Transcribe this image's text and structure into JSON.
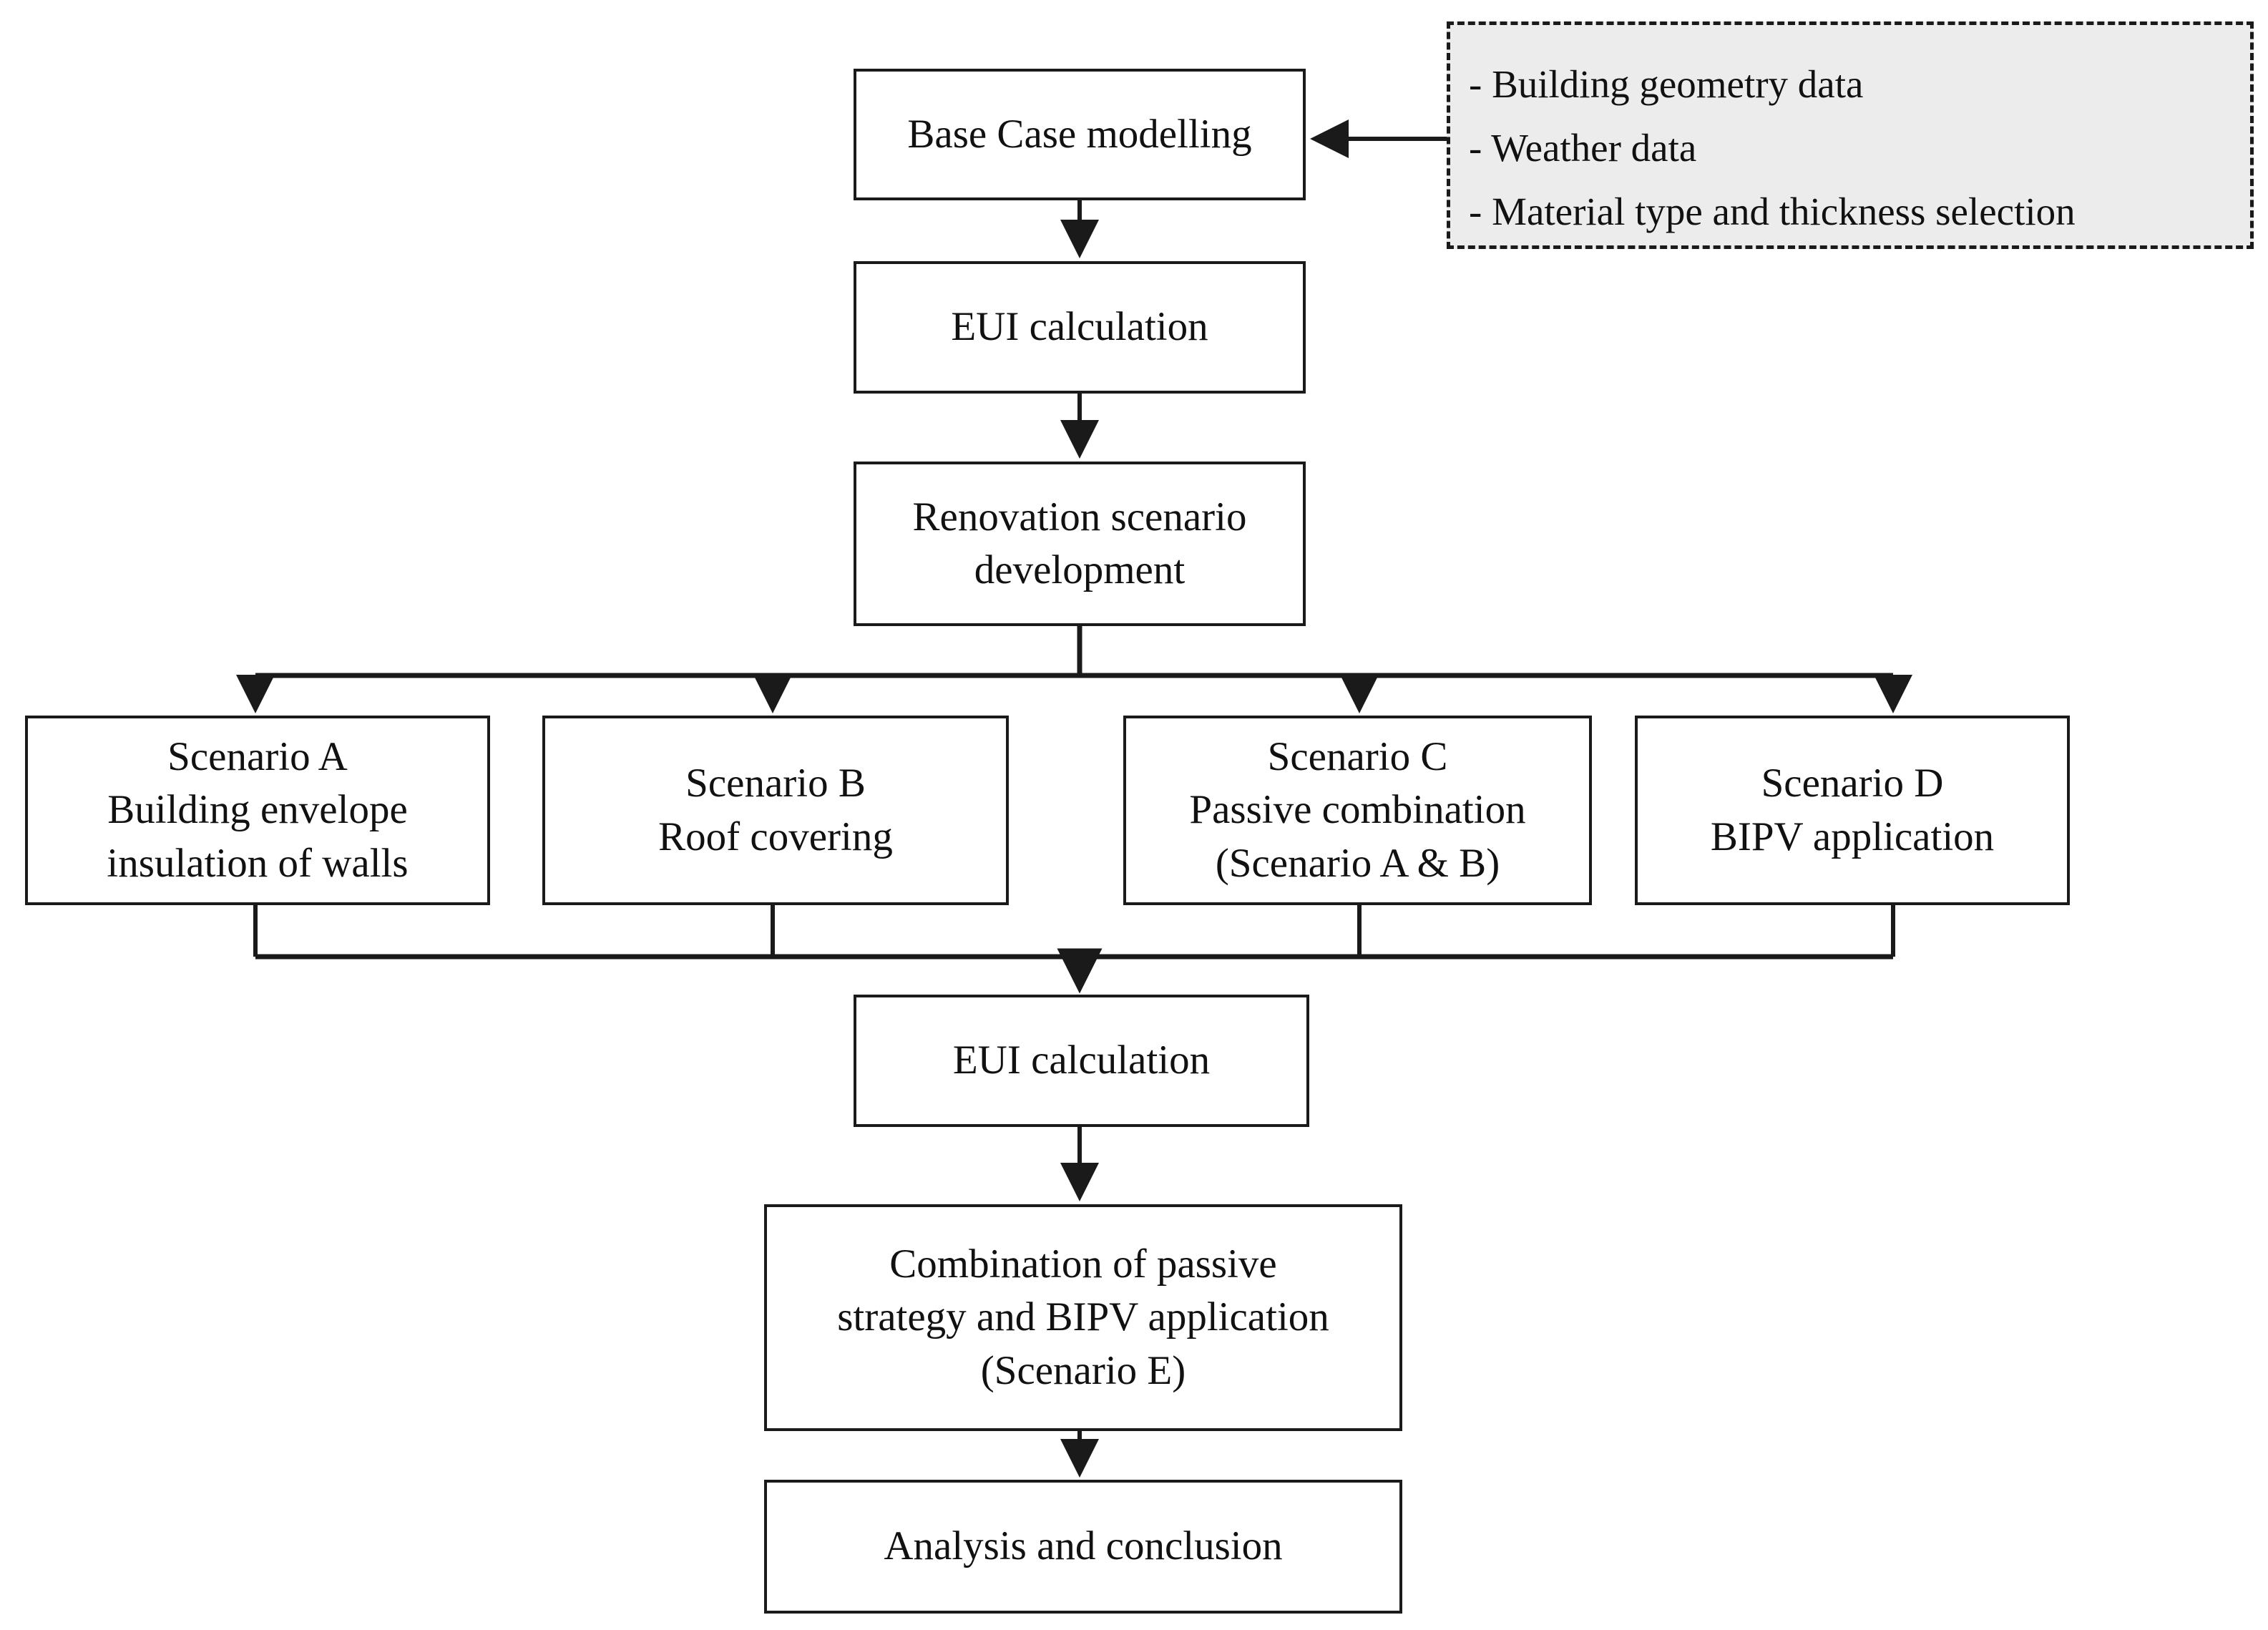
{
  "diagram": {
    "title": "Building renovation scenario analysis flowchart",
    "stroke_color": "#1a1a1a",
    "annotation_fill": "#ececec",
    "background": "#ffffff"
  },
  "nodes": {
    "base_case": {
      "lines": [
        "Base Case modelling"
      ]
    },
    "eui_1": {
      "lines": [
        "EUI calculation"
      ]
    },
    "renovation": {
      "lines": [
        "Renovation scenario",
        "development"
      ]
    },
    "scenario_a": {
      "lines": [
        "Scenario A",
        "Building envelope",
        "insulation of walls"
      ]
    },
    "scenario_b": {
      "lines": [
        "Scenario B",
        "Roof covering"
      ]
    },
    "scenario_c": {
      "lines": [
        "Scenario C",
        "Passive combination",
        "(Scenario A & B)"
      ]
    },
    "scenario_d": {
      "lines": [
        "Scenario D",
        "BIPV application"
      ]
    },
    "eui_2": {
      "lines": [
        "EUI calculation"
      ]
    },
    "combination_e": {
      "lines": [
        "Combination of passive",
        "strategy and BIPV application",
        "(Scenario E)"
      ]
    },
    "analysis": {
      "lines": [
        "Analysis and conclusion"
      ]
    }
  },
  "annotation": {
    "items": [
      "- Building geometry data",
      "- Weather data",
      "- Material type and thickness selection"
    ]
  }
}
